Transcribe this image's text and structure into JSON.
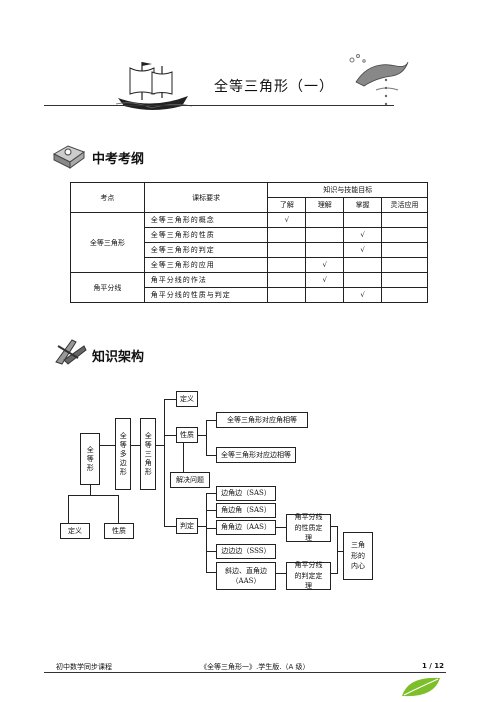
{
  "header": {
    "title": "全等三角形（一）"
  },
  "sections": {
    "exam": "中考考纲",
    "knowledge": "知识架构"
  },
  "table": {
    "col_kaodian": "考点",
    "col_requirement": "课标要求",
    "col_goal": "知识与技能目标",
    "levels": [
      "了解",
      "理解",
      "掌握",
      "灵活应用"
    ],
    "groups": [
      {
        "name": "全等三角形",
        "rows": [
          {
            "req": "全等三角形的概念",
            "mark": 0
          },
          {
            "req": "全等三角形的性质",
            "mark": 2
          },
          {
            "req": "全等三角形的判定",
            "mark": 2
          },
          {
            "req": "全等三角形的应用",
            "mark": 1
          }
        ]
      },
      {
        "name": "角平分线",
        "rows": [
          {
            "req": "角平分线的作法",
            "mark": 1
          },
          {
            "req": "角平分线的性质与判定",
            "mark": 2
          }
        ]
      }
    ],
    "check": "√"
  },
  "diagram": {
    "quandeng": "全等形",
    "duobianxing": "全等多边形",
    "sanjiaoxing": "全等三角形",
    "dingyi": "定义",
    "dingyi_top": "定义",
    "xingzhi": "性质",
    "xingzhi_left": "性质",
    "jiejue": "解决问题",
    "panding": "判定",
    "prop1": "全等三角形对应角相等",
    "prop2": "全等三角形对应边相等",
    "sas": "边角边（SAS）",
    "asa": "角边角（SAS）",
    "aas": "角角边（AAS）",
    "sss": "边边边（SSS）",
    "hl_line1": "斜边、直角边",
    "hl_line2": "（AAS）",
    "bisect_prop": "角平分线的性质定理",
    "bisect_judge": "角平分线的判定定理",
    "incenter": "三角形的内心"
  },
  "footer": {
    "left": "初中数学同步课程",
    "center": "《全等三角形一》.学生版.（A 级）",
    "page": "1 / 12"
  }
}
